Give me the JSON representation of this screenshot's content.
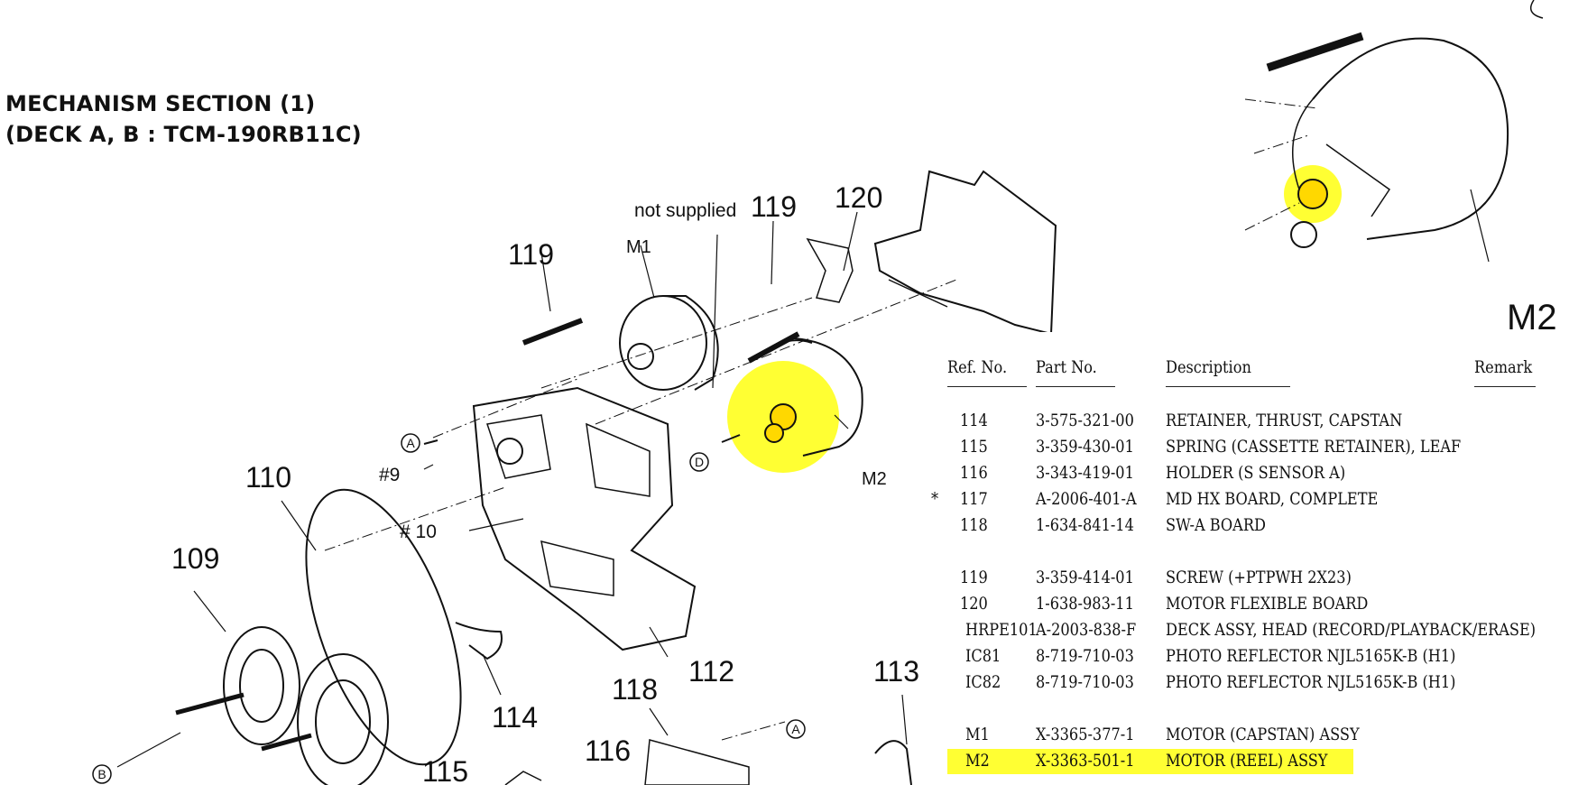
{
  "title": {
    "line1": "MECHANISM SECTION (1)",
    "line2": "(DECK A, B : TCM-190RB11C)"
  },
  "callouts": {
    "not_supplied": "not supplied",
    "n119a": "119",
    "n119b": "119",
    "n120": "120",
    "m1": "M1",
    "m2": "M2",
    "m2_big": "M2",
    "n110": "110",
    "n109": "109",
    "n112": "112",
    "n113": "113",
    "n114": "114",
    "n115": "115",
    "n116": "116",
    "n118": "118",
    "h9": "#9",
    "h10": "# 10",
    "ca": "A",
    "cb": "B",
    "cd": "D",
    "ca2": "A"
  },
  "table": {
    "headers": {
      "ref": "Ref. No.",
      "part": "Part No.",
      "desc": "Description",
      "remark": "Remark"
    },
    "rows": [
      {
        "mark": "",
        "ref": "114",
        "part": "3-575-321-00",
        "desc": "RETAINER, THRUST, CAPSTAN"
      },
      {
        "mark": "",
        "ref": "115",
        "part": "3-359-430-01",
        "desc": "SPRING (CASSETTE RETAINER), LEAF"
      },
      {
        "mark": "",
        "ref": "116",
        "part": "3-343-419-01",
        "desc": "HOLDER (S SENSOR A)"
      },
      {
        "mark": "*",
        "ref": "117",
        "part": "A-2006-401-A",
        "desc": "MD HX BOARD, COMPLETE"
      },
      {
        "mark": "",
        "ref": "118",
        "part": "1-634-841-14",
        "desc": "SW-A BOARD"
      },
      {
        "mark": "",
        "ref": "119",
        "part": "3-359-414-01",
        "desc": "SCREW (+PTPWH 2X23)"
      },
      {
        "mark": "",
        "ref": "120",
        "part": "1-638-983-11",
        "desc": "MOTOR FLEXIBLE BOARD"
      },
      {
        "mark": "",
        "ref": "HRPE101",
        "part": "A-2003-838-F",
        "desc": "DECK ASSY, HEAD (RECORD/PLAYBACK/ERASE)"
      },
      {
        "mark": "",
        "ref": "IC81",
        "part": "8-719-710-03",
        "desc": "PHOTO REFLECTOR NJL5165K-B (H1)"
      },
      {
        "mark": "",
        "ref": "IC82",
        "part": "8-719-710-03",
        "desc": "PHOTO REFLECTOR NJL5165K-B (H1)"
      },
      {
        "mark": "",
        "ref": "M1",
        "part": "X-3365-377-1",
        "desc": "MOTOR (CAPSTAN) ASSY"
      },
      {
        "mark": "",
        "ref": "M2",
        "part": "X-3363-501-1",
        "desc": "MOTOR (REEL) ASSY"
      }
    ]
  },
  "colors": {
    "highlight": "#ffff33",
    "ink": "#111111"
  }
}
